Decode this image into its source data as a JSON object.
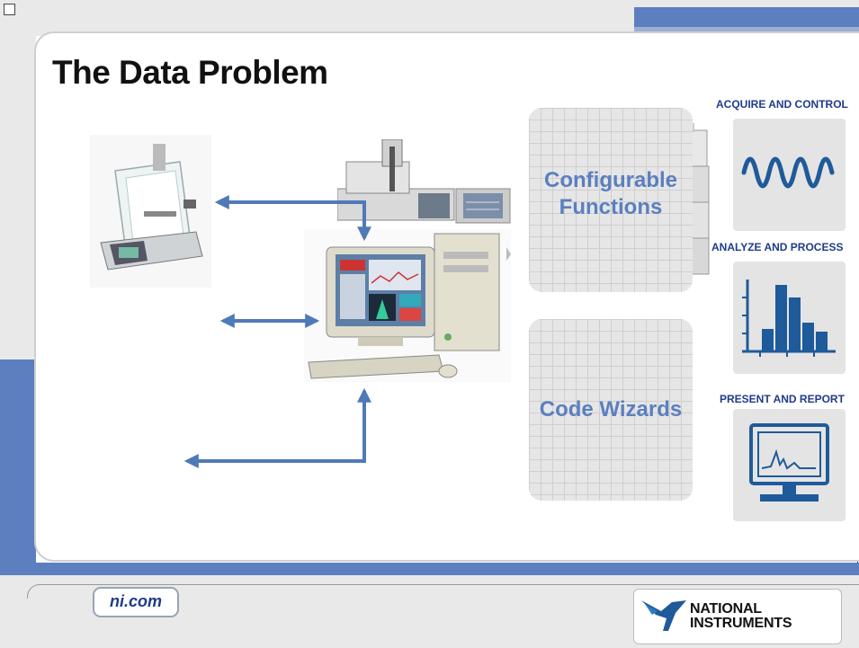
{
  "slide": {
    "title": "The Data Problem"
  },
  "panels": [
    {
      "label_line1": "Configurable",
      "label_line2": "Functions"
    },
    {
      "label_line1": "Code Wizards"
    }
  ],
  "categories": [
    {
      "label": "ACQUIRE AND CONTROL",
      "icon": "waveform-icon"
    },
    {
      "label": "ANALYZE AND PROCESS",
      "icon": "bar-chart-icon"
    },
    {
      "label": "PRESENT AND REPORT",
      "icon": "monitor-graph-icon"
    }
  ],
  "footer": {
    "website": "ni.com",
    "logo_line1": "NATIONAL",
    "logo_line2": "INSTRUMENTS"
  },
  "colors": {
    "accent_blue": "#5b7fbf",
    "arrow_blue": "#4f7ab8",
    "category_text": "#1f3c88"
  }
}
